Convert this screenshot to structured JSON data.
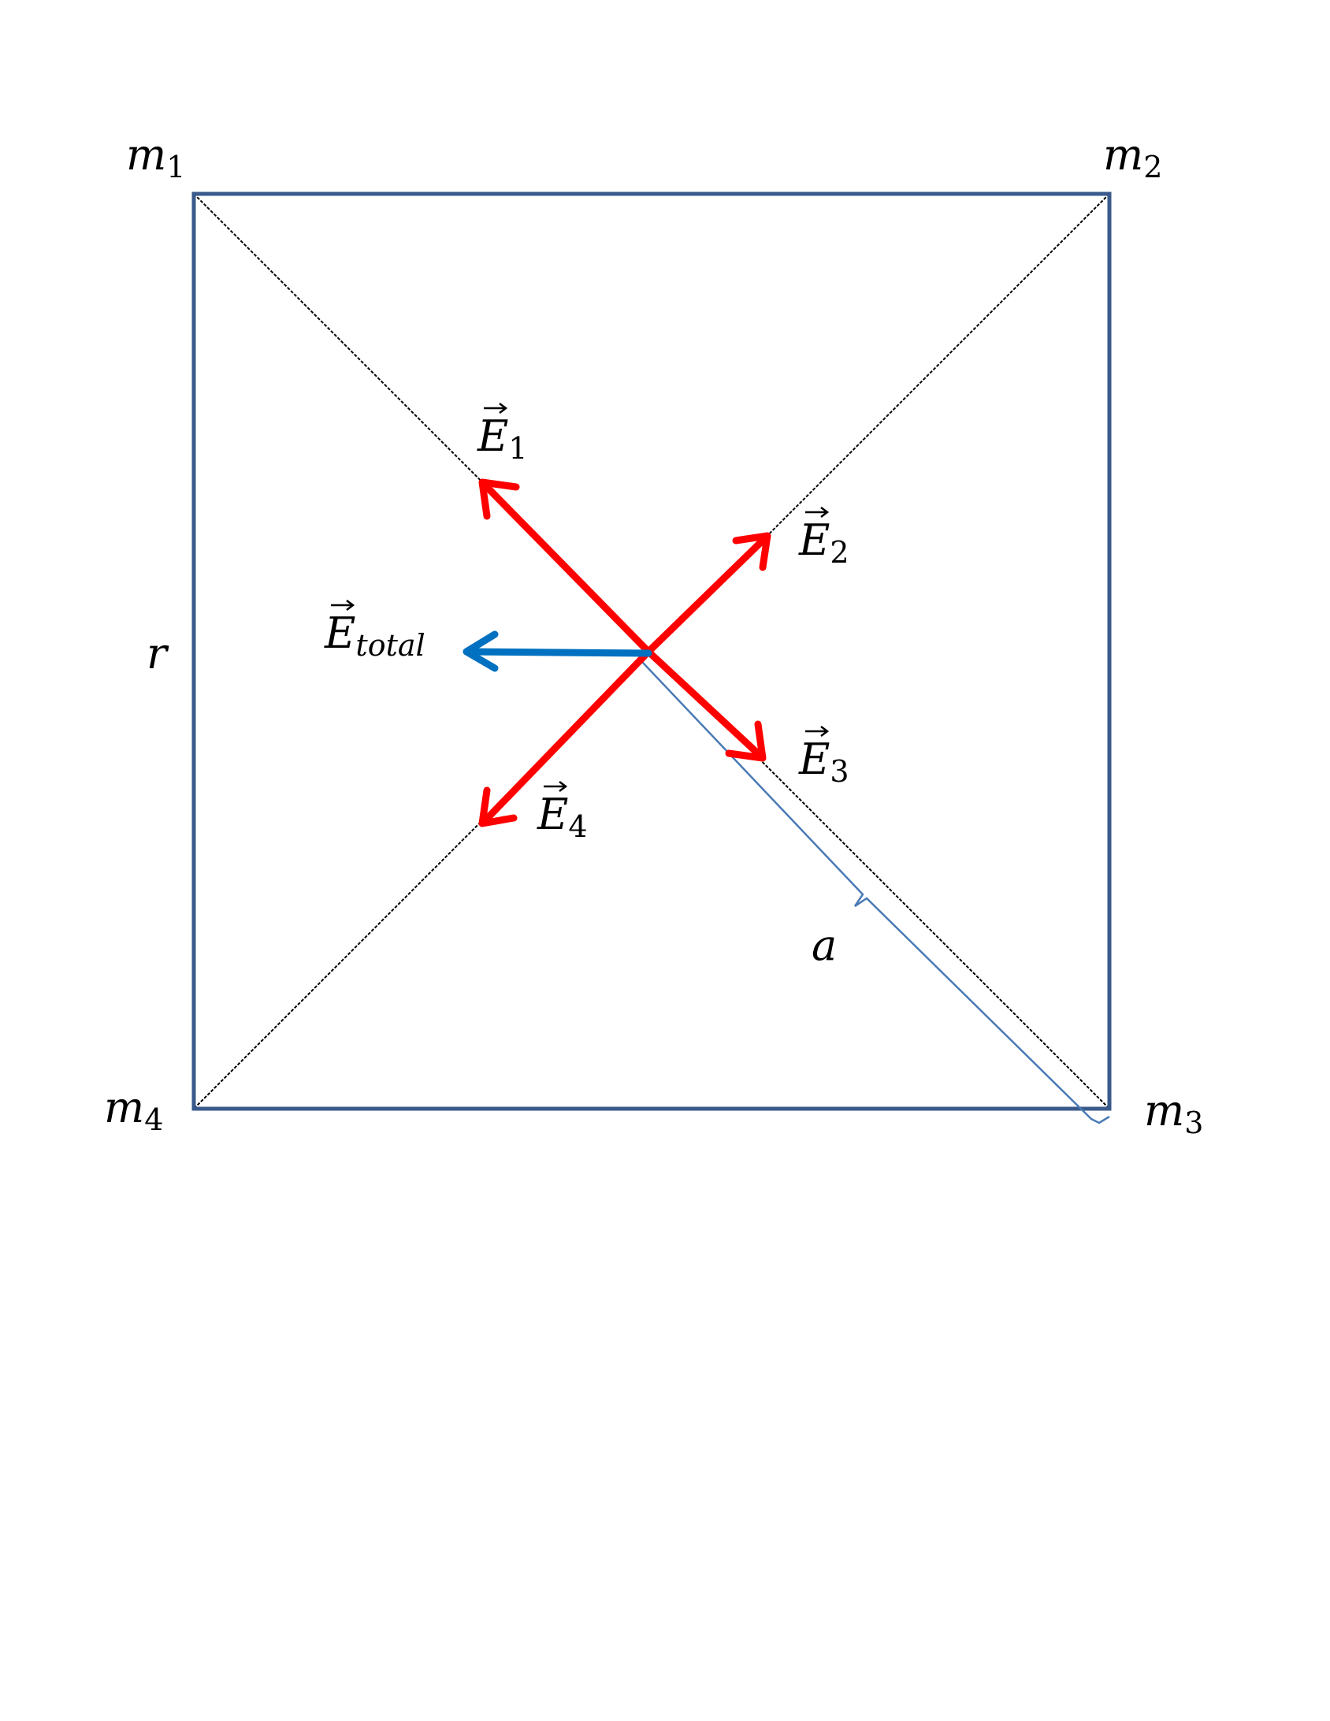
{
  "diagram": {
    "masses": [
      {
        "base": "m",
        "sub": "1"
      },
      {
        "base": "m",
        "sub": "2"
      },
      {
        "base": "m",
        "sub": "3"
      },
      {
        "base": "m",
        "sub": "4"
      }
    ],
    "fields": [
      {
        "base": "E",
        "sub": "1"
      },
      {
        "base": "E",
        "sub": "2"
      },
      {
        "base": "E",
        "sub": "3"
      },
      {
        "base": "E",
        "sub": "4"
      }
    ],
    "total_field": {
      "base": "E",
      "sub": "total"
    },
    "side_label": "r",
    "half_diagonal_label": "a",
    "colors": {
      "square": "#3a5a8c",
      "field_arrows": "#ff0000",
      "total_arrow": "#0070c0",
      "bracket": "#4a7ab5",
      "diagonal": "#000000"
    }
  }
}
